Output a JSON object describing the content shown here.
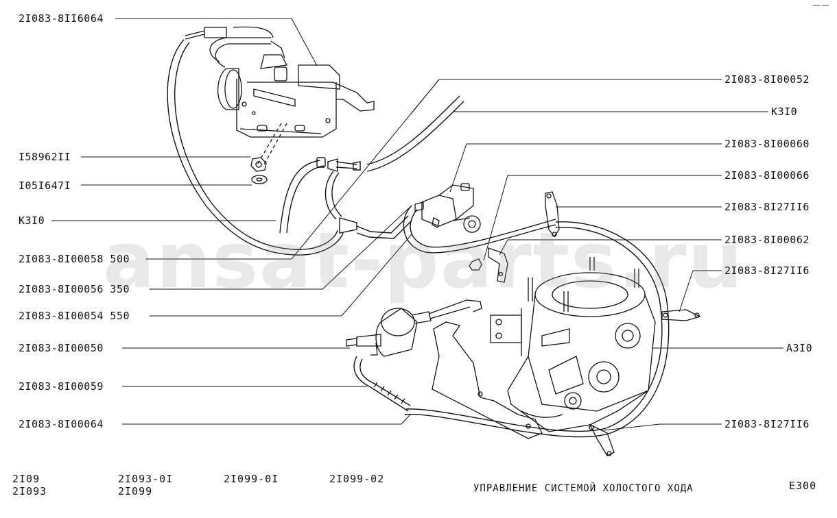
{
  "callouts_left": [
    {
      "id": "l1",
      "text": "2I083-8II6064"
    },
    {
      "id": "l2",
      "text": "I58962II"
    },
    {
      "id": "l3",
      "text": "I05I647I"
    },
    {
      "id": "l4",
      "text": "К3I0"
    },
    {
      "id": "l5",
      "text": "2I083-8I00058 500"
    },
    {
      "id": "l6",
      "text": "2I083-8I00056 350"
    },
    {
      "id": "l7",
      "text": "2I083-8I00054 550"
    },
    {
      "id": "l8",
      "text": "2I083-8I00050"
    },
    {
      "id": "l9",
      "text": "2I083-8I00059"
    },
    {
      "id": "l10",
      "text": "2I083-8I00064"
    }
  ],
  "callouts_right": [
    {
      "id": "r1",
      "text": "2I083-8I00052"
    },
    {
      "id": "r2",
      "text": "К3I0"
    },
    {
      "id": "r3",
      "text": "2I083-8I00060"
    },
    {
      "id": "r4",
      "text": "2I083-8I00066"
    },
    {
      "id": "r5",
      "text": "2I083-8I27II6"
    },
    {
      "id": "r6",
      "text": "2I083-8I00062"
    },
    {
      "id": "r7",
      "text": "2I083-8I27II6"
    },
    {
      "id": "r8",
      "text": "А3I0"
    },
    {
      "id": "r9",
      "text": "2I083-8I27II6"
    }
  ],
  "footer": {
    "models_1a": "2I09",
    "models_1b": "2I093",
    "models_2a": "2I093-0I",
    "models_2b": "2I099",
    "models_3": "2I099-0I",
    "models_4": "2I099-02",
    "title": "УПРАВЛЕНИЕ СИСТЕМОЙ ХОЛОСТОГО ХОДА",
    "page": "Е300"
  },
  "watermark": "ansat-parts.ru",
  "colors": {
    "ink": "#111111",
    "watermark": "#969696",
    "background": "#ffffff"
  }
}
